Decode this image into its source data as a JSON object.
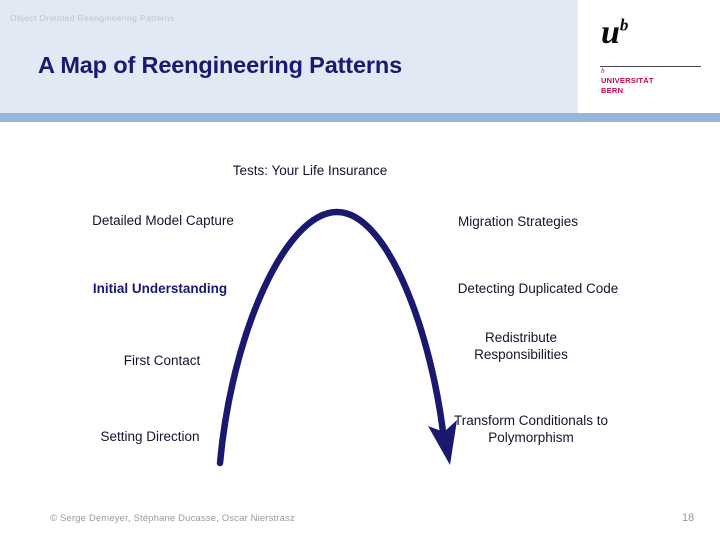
{
  "header": {
    "kicker": "Object Oriented Reengineering Patterns",
    "title": "A Map of Reengineering Patterns",
    "band_color": "#e1e9f4",
    "rule_color": "#96b6da",
    "title_color": "#191970"
  },
  "logo": {
    "mark_letter": "u",
    "mark_superscript": "b",
    "tick": "b",
    "name_line1": "UNIVERSITÄT",
    "name_line2": "BERN",
    "name_color": "#c8004b"
  },
  "diagram": {
    "arc_color": "#191970",
    "nodes": {
      "tests": "Tests: Your Life Insurance",
      "detailed_model_capture": "Detailed Model Capture",
      "initial_understanding": "Initial Understanding",
      "first_contact": "First Contact",
      "setting_direction": "Setting Direction",
      "migration_strategies": "Migration Strategies",
      "detecting_duplicated_code": "Detecting Duplicated Code",
      "redistribute_responsibilities": "Redistribute\nResponsibilities",
      "transform_conditionals": "Transform Conditionals to\nPolymorphism"
    }
  },
  "footer": {
    "copyright": "© Serge Demeyer, Stéphane Ducasse, Oscar Nierstrasz",
    "page_number": "18",
    "text_color": "#9a9a9a"
  }
}
